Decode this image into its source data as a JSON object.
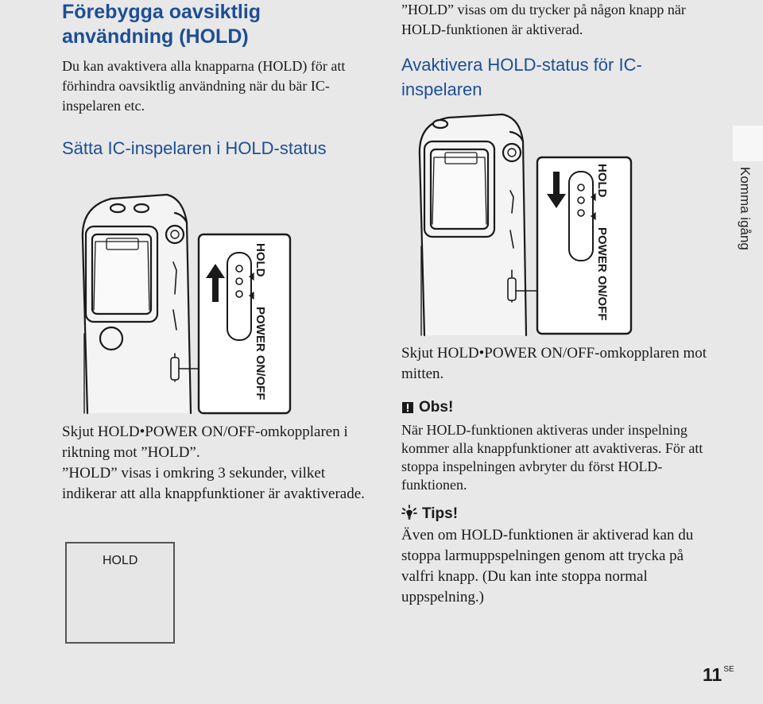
{
  "left": {
    "title": "Förebygga oavsiktlig användning (HOLD)",
    "intro": "Du kan avaktivera alla knapparna (HOLD) för att förhindra oavsiktlig användning när du bär IC-inspelaren etc.",
    "heading": "Sätta IC-inspelaren i HOLD-status",
    "step": "Skjut HOLD•POWER ON/OFF-omkopplaren i riktning mot ”HOLD”.",
    "hold_note": "”HOLD” visas i omkring 3 sekunder, vilket indikerar att alla knappfunktioner är avaktiverade.",
    "display_text": "HOLD"
  },
  "right": {
    "hold_note": "”HOLD” visas om du trycker på någon knapp när HOLD-funktionen är aktiverad.",
    "heading": "Avaktivera HOLD-status för IC-inspelaren",
    "step": "Skjut HOLD•POWER ON/OFF-omkopplaren mot mitten.",
    "obs_title": "Obs!",
    "obs_text": "När HOLD-funktionen aktiveras under inspelning kommer alla knappfunktioner att avaktiveras. För att stoppa inspelningen avbryter du först HOLD-funktionen.",
    "tips_title": "Tips!",
    "tips_text": "Även om HOLD-funktionen är aktiverad kan du stoppa larmuppspelningen genom att trycka på valfri knapp. (Du kan inte stoppa normal uppspelning.)"
  },
  "diagram": {
    "switch_label_hold": "HOLD",
    "switch_label_power": "POWER ON/OFF"
  },
  "sidebar": {
    "section_label": "Komma igång"
  },
  "footer": {
    "page_number": "11",
    "page_suffix": "SE"
  },
  "colors": {
    "heading_blue": "#1d4e95",
    "tab_bg": "#f7f7f7",
    "page_bg": "#e8e8e8"
  },
  "icons": {
    "obs": "caution-icon",
    "tips": "lightbulb-icon"
  }
}
